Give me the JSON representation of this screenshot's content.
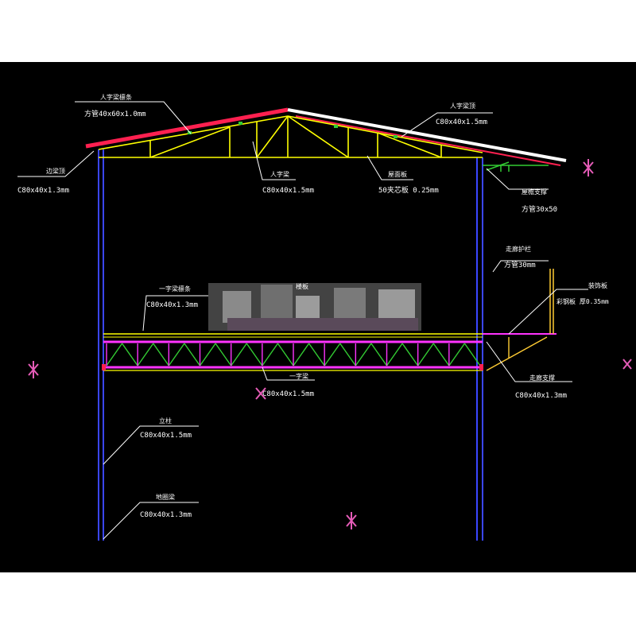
{
  "colors": {
    "background": "#000000",
    "frame": "#ffffff",
    "column": "#3a46ff",
    "roof_sheet_left": "#ff2050",
    "roof_sheet_right": "#ffffff",
    "truss": "#ffff00",
    "floor_truss": "#ff33ff",
    "web_diagonal": "#33cc33",
    "fascia": "#ffcc33",
    "leader": "#ffffff",
    "eave_bracket": "#33cc33"
  },
  "labels": {
    "roof_purlin_left": {
      "title": "人字梁檩条",
      "spec": "方管40x60x1.0mm"
    },
    "roof_sheet_right": {
      "title": "人字梁顶",
      "spec": "C80x40x1.5mm"
    },
    "eave_beam": {
      "title": "边梁顶",
      "spec": "C80x40x1.3mm"
    },
    "truss_chord": {
      "title": "人字梁",
      "spec": "C80x40x1.5mm"
    },
    "roof_panel": {
      "title": "屋面板",
      "spec": "50夹芯板 0.25mm"
    },
    "eave_bracket": {
      "title": "屋檐支撑",
      "spec": "方管30x50"
    },
    "railing": {
      "title": "走廊护栏",
      "spec": "方管30mm"
    },
    "fascia": {
      "title": "装饰板",
      "spec": "彩钢板 厚0.35mm"
    },
    "floor_purlin": {
      "title": "一字梁檩条",
      "spec": "C80x40x1.3mm"
    },
    "floor_board": {
      "title": "楼板",
      "spec": ""
    },
    "floor_beam": {
      "title": "一字梁",
      "spec": "C80x40x1.5mm"
    },
    "corridor_support": {
      "title": "走廊支撑",
      "spec": "C80x40x1.3mm"
    },
    "column": {
      "title": "立柱",
      "spec": "C80x40x1.5mm"
    },
    "ground_beam": {
      "title": "地圈梁",
      "spec": "C80x40x1.3mm"
    }
  }
}
